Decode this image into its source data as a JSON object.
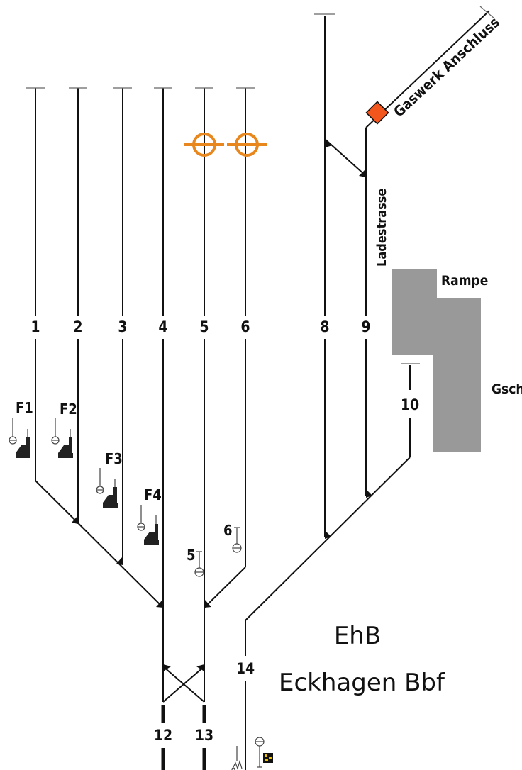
{
  "station": {
    "code": "EhB",
    "name": "Eckhagen Bbf"
  },
  "tracks": [
    {
      "id": "t1",
      "label": "1"
    },
    {
      "id": "t2",
      "label": "2"
    },
    {
      "id": "t3",
      "label": "3"
    },
    {
      "id": "t4",
      "label": "4"
    },
    {
      "id": "t5",
      "label": "5"
    },
    {
      "id": "t6",
      "label": "6"
    },
    {
      "id": "t8",
      "label": "8"
    },
    {
      "id": "t9",
      "label": "9"
    },
    {
      "id": "t10",
      "label": "10"
    },
    {
      "id": "t12",
      "label": "12"
    },
    {
      "id": "t13",
      "label": "13"
    },
    {
      "id": "t14",
      "label": "14"
    }
  ],
  "signals": {
    "f1": "F1",
    "f2": "F2",
    "f3": "F3",
    "f4": "F4",
    "s5": "5",
    "s6": "6"
  },
  "places": {
    "siding": "Gaswerk Anschluss",
    "road": "Ladestrasse",
    "ramp": "Rampe",
    "goods_shed": "Gsch"
  },
  "colors": {
    "track": "#111111",
    "orange": "#e8871e",
    "siding_marker": "#f2561d",
    "building": "#999999",
    "yellow": "#f5c400"
  },
  "icons": [
    "buffer-stop",
    "track-closed-marker",
    "signal-disc",
    "shunting-signal",
    "turnout",
    "siding-marker",
    "goods-shed"
  ]
}
